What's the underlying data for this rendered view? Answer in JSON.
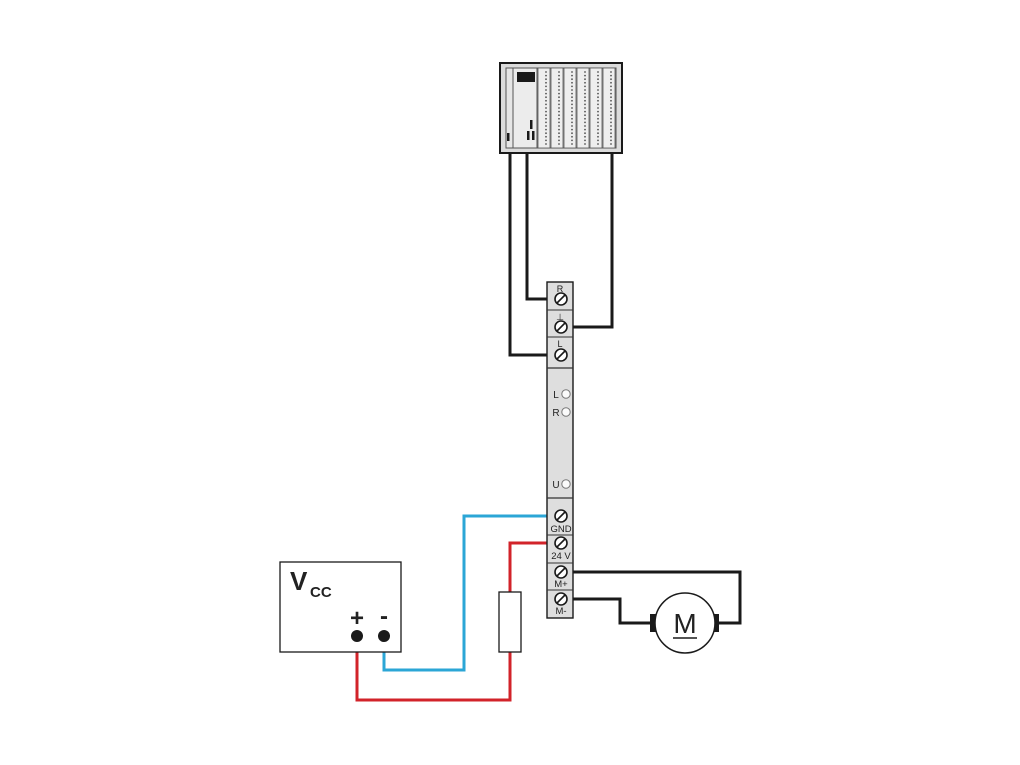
{
  "power_supply": {
    "label_main": "V",
    "label_sub": "CC",
    "plus": "+",
    "minus": "-"
  },
  "module": {
    "terminals_top": [
      "R",
      "⊥",
      "L"
    ],
    "leds": [
      "L",
      "R",
      "U"
    ],
    "terminals_bottom": [
      "GND",
      "24 V",
      "M+",
      "M-"
    ]
  },
  "motor": {
    "label": "M"
  },
  "colors": {
    "wire_black": "#1a1a1a",
    "wire_blue": "#2ba6d6",
    "wire_red": "#d2232a",
    "module_fill": "#dedede"
  }
}
